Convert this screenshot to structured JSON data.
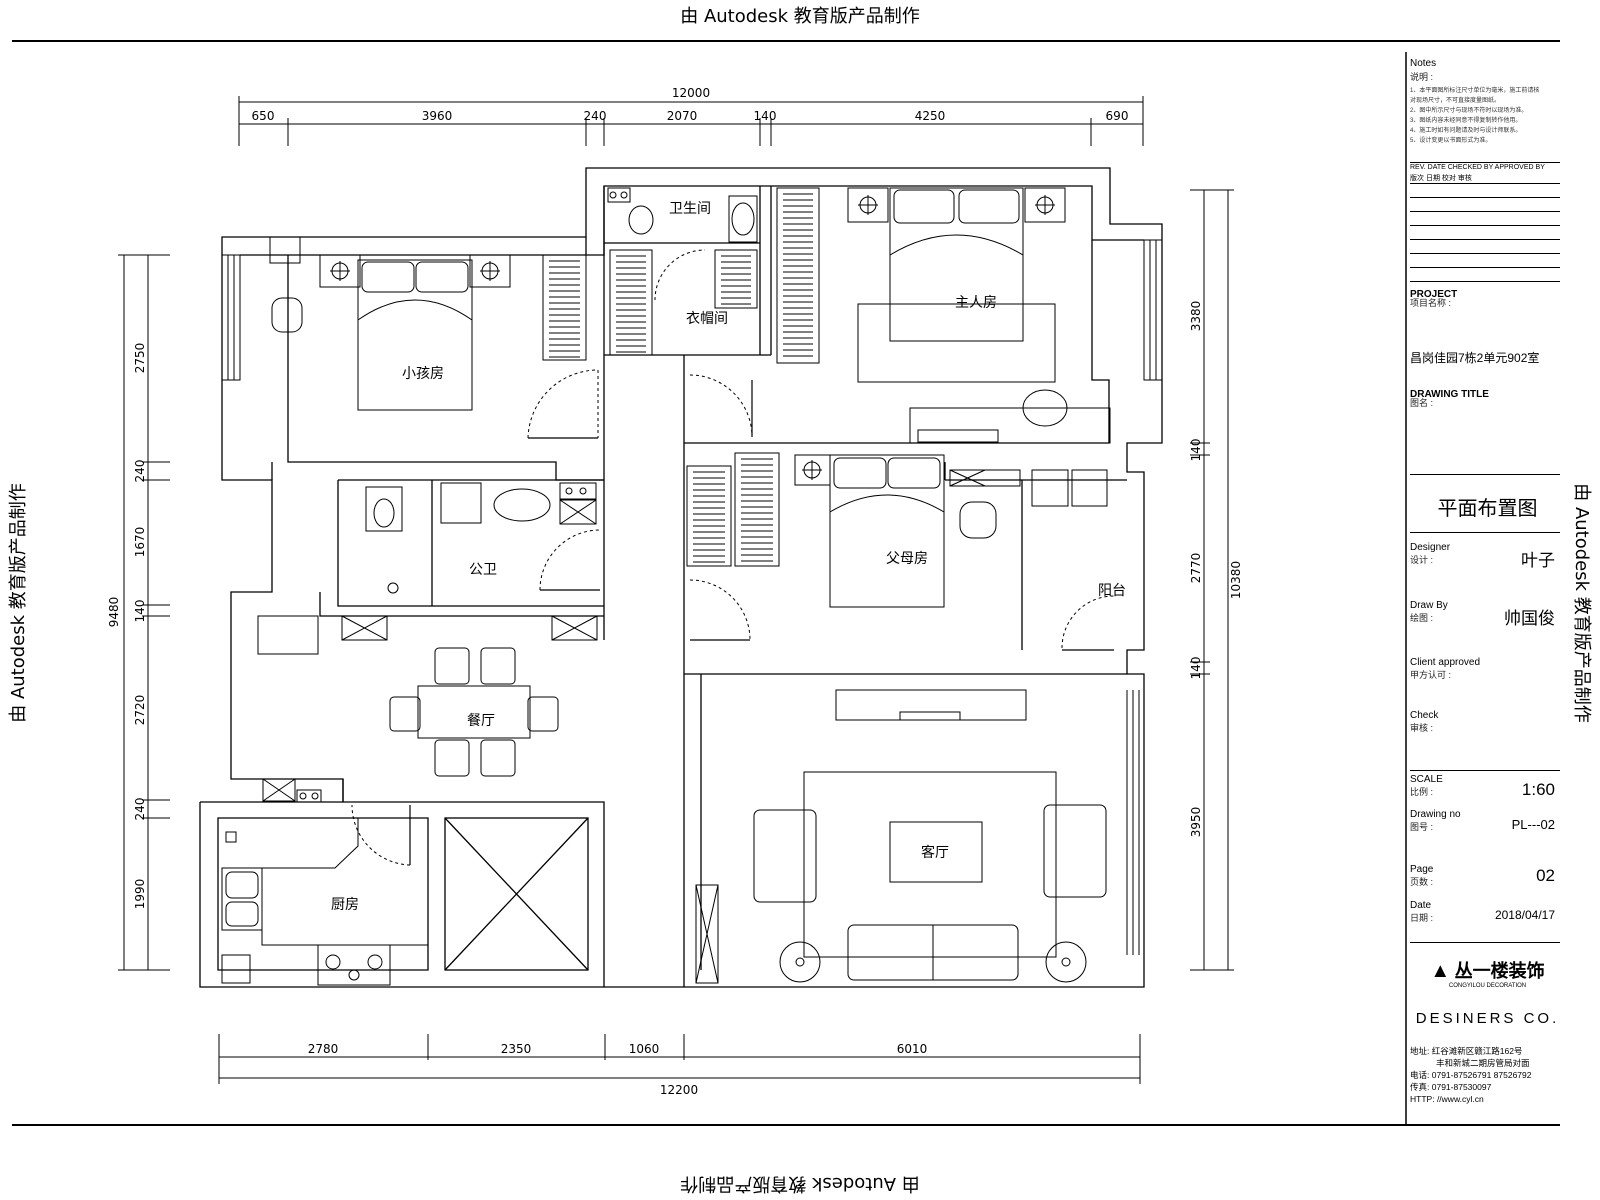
{
  "watermark": "由 Autodesk 教育版产品制作",
  "dims": {
    "top_total": "12000",
    "top": [
      "650",
      "3960",
      "240",
      "2070",
      "140",
      "4250",
      "690"
    ],
    "bottom": [
      "2780",
      "2350",
      "1060",
      "6010"
    ],
    "bottom_total": "12200",
    "left_total": "9480",
    "left": [
      "2750",
      "240",
      "1670",
      "140",
      "2720",
      "240",
      "1990"
    ],
    "right_total": "10380",
    "right": [
      "3380",
      "140",
      "2770",
      "140",
      "3950"
    ]
  },
  "rooms": {
    "bathroom_top": "卫生间",
    "master": "主人房",
    "closet": "衣帽间",
    "kids": "小孩房",
    "public_bath": "公卫",
    "parents": "父母房",
    "balcony": "阳台",
    "dining": "餐厅",
    "kitchen": "厨房",
    "living": "客厅"
  },
  "title_block": {
    "notes": "Notes",
    "notes_cn": "说明 :",
    "notes_lines": [
      "1、本平面图所标注尺寸单位为毫米，施工前请核",
      "   对现场尺寸，不可直接度量图纸。",
      "2、图中所示尺寸与现场不符时以现场为准。",
      "3、图纸内容未经同意不得复制转作他用。",
      "4、施工时如有问题请及时与设计师联系。",
      "5、设计变更以书面形式为准。"
    ],
    "rev_header": "REV.  DATE  CHECKED BY  APPROVED BY",
    "rev_header_cn": "版次   日期     校对        审核",
    "project_label": "PROJECT",
    "project_label_cn": "项目名称    :",
    "project_name": "昌岗佳园7栋2单元902室",
    "drawing_title_label": "DRAWING  TITLE",
    "drawing_title_label_cn": "图名           :",
    "drawing_title": "平面布置图",
    "designer_label": "Designer",
    "designer_label_cn": "设计         :",
    "designer": "叶子",
    "draw_by_label": "Draw By",
    "draw_by_label_cn": "绘图         :",
    "draw_by": "帅国俊",
    "client_label": "Client approved",
    "client_label_cn": "甲方认可     :",
    "check_label": "Check",
    "check_label_cn": "审核         :",
    "scale_label": "SCALE",
    "scale_label_cn": "比例         :",
    "scale": "1:60",
    "drawing_no_label": "Drawing  no",
    "drawing_no_label_cn": "图号         :",
    "drawing_no": "PL---02",
    "page_label": "Page",
    "page_label_cn": "页数         :",
    "page": "02",
    "date_label": "Date",
    "date_label_cn": "日期         :",
    "date": "2018/04/17",
    "company": "丛一楼装饰",
    "company_en": "CONGYILOU DECORATION",
    "designers_co": "DESINERS  CO.",
    "address_label": "地址:",
    "address_1": "红谷滩新区赣江路162号",
    "address_2": "丰和新城二期房管局对面",
    "tel_label": "电话:",
    "tel": "0791-87526791  87526792",
    "fax_label": "传真:",
    "fax": "0791-87530097",
    "http_label": "HTTP:",
    "http": "//www.cyl.cn"
  }
}
